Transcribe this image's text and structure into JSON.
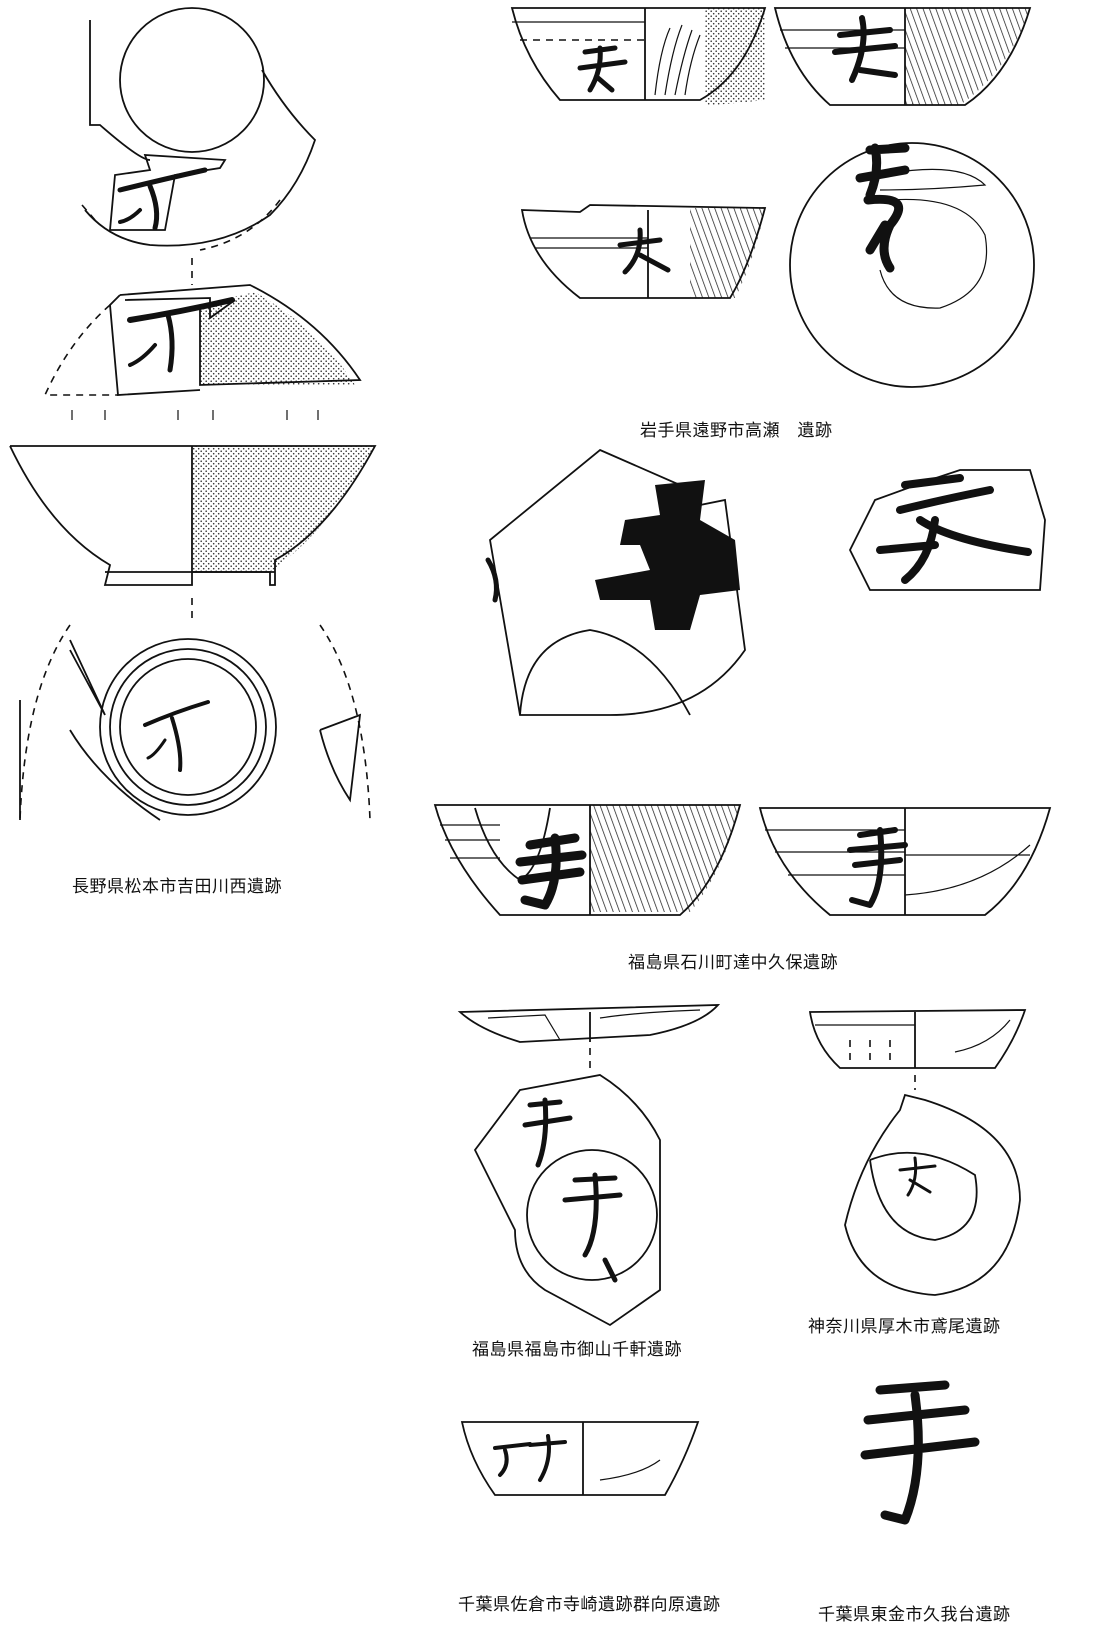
{
  "captions": {
    "nagano": "長野県松本市吉田川西遺跡",
    "iwate": "岩手県遠野市高瀬　遺跡",
    "fukushima_ishikawa": "福島県石川町達中久保遺跡",
    "fukushima_fukushima": "福島県福島市御山千軒遺跡",
    "kanagawa": "神奈川県厚木市鳶尾遺跡",
    "chiba_sakura": "千葉県佐倉市寺崎遺跡群向原遺跡",
    "chiba_togane": "千葉県東金市久我台遺跡"
  }
}
